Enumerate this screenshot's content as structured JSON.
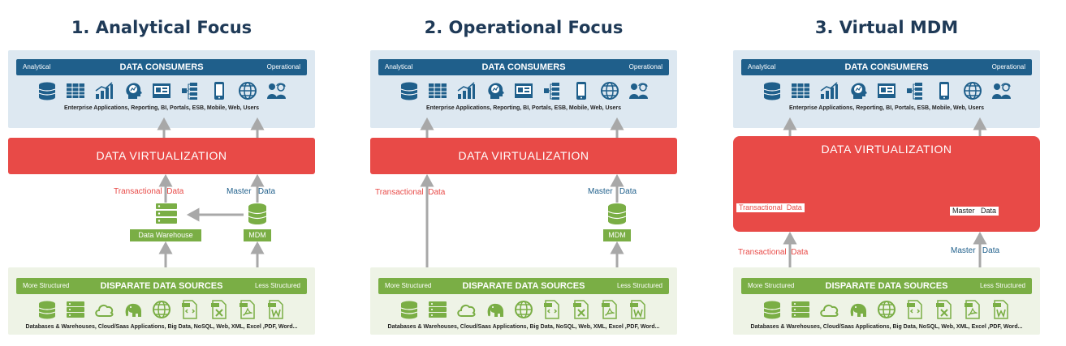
{
  "panels": [
    {
      "title": "1. Analytical Focus",
      "consumers": {
        "left": "Analytical",
        "center": "DATA CONSUMERS",
        "right": "Operational",
        "caption": "Enterprise Applications, Reporting, BI, Portals, ESB, Mobile, Web, Users"
      },
      "virtualization": "DATA VIRTUALIZATION",
      "transactional": [
        "Transactional",
        "Data"
      ],
      "master": [
        "Master",
        "Data"
      ],
      "warehouse": "Data Warehouse",
      "mdm": "MDM",
      "sources": {
        "left": "More Structured",
        "center": "DISPARATE DATA SOURCES",
        "right": "Less Structured",
        "caption": "Databases & Warehouses, Cloud/Saas Applications, Big Data, NoSQL, Web, XML, Excel ,PDF, Word..."
      }
    },
    {
      "title": "2. Operational Focus",
      "consumers": {
        "left": "Analytical",
        "center": "DATA CONSUMERS",
        "right": "Operational",
        "caption": "Enterprise Applications, Reporting, BI, Portals, ESB, Mobile, Web, Users"
      },
      "virtualization": "DATA VIRTUALIZATION",
      "transactional": [
        "Transactional",
        "Data"
      ],
      "master": [
        "Master",
        "Data"
      ],
      "mdm": "MDM",
      "sources": {
        "left": "More Structured",
        "center": "DISPARATE DATA SOURCES",
        "right": "Less Structured",
        "caption": "Databases & Warehouses, Cloud/Saas Applications, Big Data, NoSQL, Web, XML, Excel ,PDF, Word..."
      }
    },
    {
      "title": "3. Virtual MDM",
      "consumers": {
        "left": "Analytical",
        "center": "DATA CONSUMERS",
        "right": "Operational",
        "caption": "Enterprise Applications, Reporting, BI, Portals, ESB, Mobile, Web, Users"
      },
      "virtualization": "DATA VIRTUALIZATION",
      "inner_transactional": [
        "Transactional",
        "Data"
      ],
      "inner_master": [
        "Master",
        "Data"
      ],
      "transactional": [
        "Transactional",
        "Data"
      ],
      "master": [
        "Master",
        "Data"
      ],
      "sources": {
        "left": "More Structured",
        "center": "DISPARATE DATA SOURCES",
        "right": "Less Structured",
        "caption": "Databases & Warehouses, Cloud/Saas Applications, Big Data, NoSQL, Web, XML, Excel ,PDF, Word..."
      }
    }
  ],
  "consumer_icons": [
    "database-icon",
    "table-icon",
    "bar-chart-icon",
    "head-analytics-icon",
    "portal-icon",
    "esb-icon",
    "mobile-icon",
    "globe-icon",
    "users-icon"
  ],
  "source_icons": [
    "database-icon",
    "server-icon",
    "cloud-icon",
    "elephant-icon",
    "globe-icon",
    "xml-file-icon",
    "excel-file-icon",
    "pdf-file-icon",
    "word-file-icon"
  ],
  "colors": {
    "navy": "#1f5f8b",
    "green": "#7aae45",
    "red": "#e84a47",
    "arrow": "#a8a8a8",
    "icon": "#1f5f8b",
    "source_icon": "#7aae45"
  }
}
